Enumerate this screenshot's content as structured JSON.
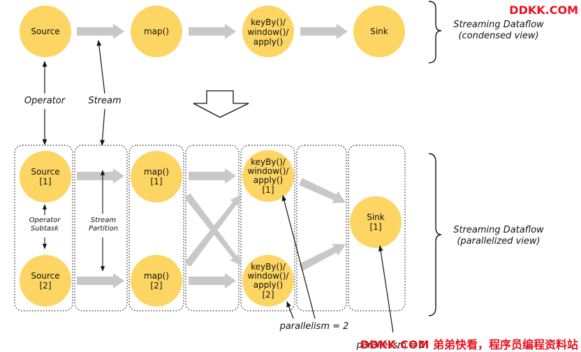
{
  "colors": {
    "node_fill": "#fcd563",
    "arrow_fill": "#c8c8c8",
    "brand": "#e8101c",
    "text": "#111111"
  },
  "condensed": {
    "nodes": [
      {
        "id": "source",
        "lines": [
          "Source"
        ]
      },
      {
        "id": "map",
        "lines": [
          "map()"
        ]
      },
      {
        "id": "keyby",
        "lines": [
          "keyBy()/",
          "window()/",
          "apply()"
        ]
      },
      {
        "id": "sink",
        "lines": [
          "Sink"
        ]
      }
    ],
    "caption": [
      "Streaming Dataflow",
      "(condensed view)"
    ]
  },
  "labels": {
    "operator": "Operator",
    "stream": "Stream",
    "operator_subtask": [
      "Operator",
      "Subtask"
    ],
    "stream_partition": [
      "Stream",
      "Partition"
    ],
    "parallelism_2": "parallelism = 2",
    "parallelism_1": "parallelism = 1"
  },
  "parallel": {
    "nodes": [
      {
        "id": "source-1",
        "lines": [
          "Source"
        ],
        "index": "[1]"
      },
      {
        "id": "source-2",
        "lines": [
          "Source"
        ],
        "index": "[2]"
      },
      {
        "id": "map-1",
        "lines": [
          "map()"
        ],
        "index": "[1]"
      },
      {
        "id": "map-2",
        "lines": [
          "map()"
        ],
        "index": "[2]"
      },
      {
        "id": "keyby-1",
        "lines": [
          "keyBy()/",
          "window()/",
          "apply()"
        ],
        "index": "[1]"
      },
      {
        "id": "keyby-2",
        "lines": [
          "keyBy()/",
          "window()/",
          "apply()"
        ],
        "index": "[2]"
      },
      {
        "id": "sink-1",
        "lines": [
          "Sink"
        ],
        "index": "[1]"
      }
    ],
    "caption": [
      "Streaming Dataflow",
      "(parallelized view)"
    ]
  },
  "watermark": {
    "top": "DDKK.COM",
    "bottom": "DDKK.COM 弟弟快看，程序员编程资料站"
  }
}
